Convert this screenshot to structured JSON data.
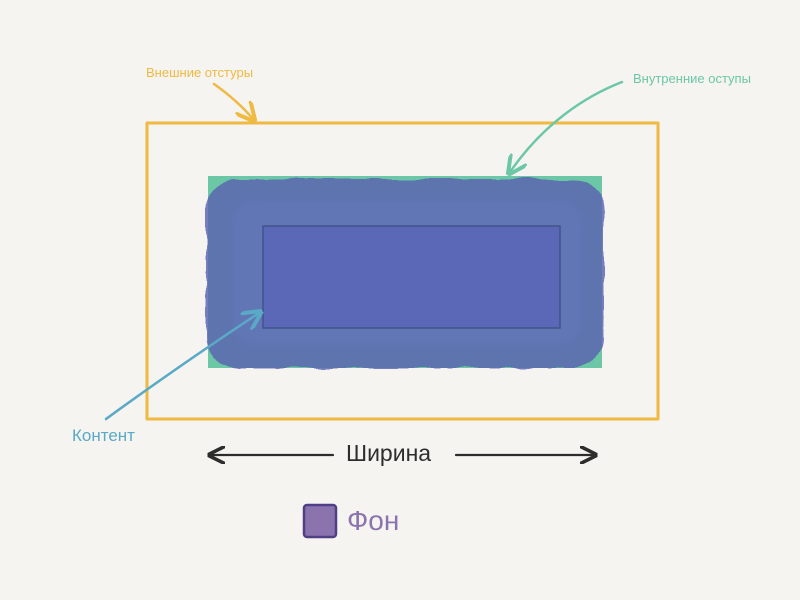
{
  "labels": {
    "margin": "Внешние отстуры",
    "padding": "Внутренние оступы",
    "content": "Контент",
    "width": "Ширина",
    "background": "Фон"
  },
  "colors": {
    "page_bg": "#f5f4f0",
    "margin": "#f0b942",
    "padding": "#6cc7a6",
    "content": "#5aa9c6",
    "background": "#8b74ad",
    "dark": "#2d2d2d",
    "box_fill": "#5a63b1"
  }
}
